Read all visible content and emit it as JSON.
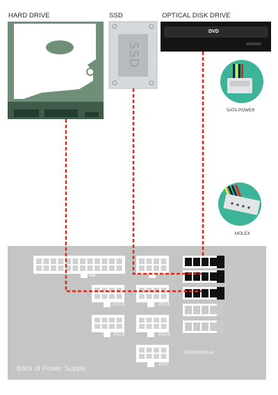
{
  "devices": {
    "hard_drive_label": "HARD DRIVE",
    "ssd_label": "SSD",
    "ssd_face_text": "SSD",
    "optical_label": "OPTICAL DISK DRIVE",
    "dvd_text": "DVD"
  },
  "cables": {
    "sata_power_label": "SATA POWER",
    "molex_label": "MOLEX"
  },
  "psu": {
    "title": "Back of Power Supply",
    "connectors": {
      "mb": "MB",
      "pcie_1": "PCI-E",
      "pcie_2": "PCI-E",
      "pcie_3": "PCI-E",
      "pcie_4": "PCI-E",
      "cpu": "CPU",
      "peripheral": "PERIPHERAL"
    }
  },
  "colors": {
    "psu_panel": "#c4c6c3",
    "hdd_green": "#6f8f78",
    "hdd_dark": "#3f5c4b",
    "ssd_body": "#d5d9dc",
    "odd_body": "#141414",
    "teal_circle": "#3db39a",
    "dashed_red": "#e0261d",
    "port_black": "#111111"
  }
}
